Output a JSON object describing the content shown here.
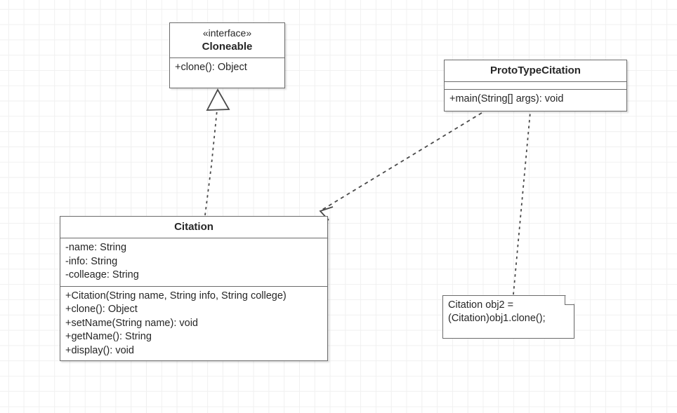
{
  "diagram": {
    "title": "Prototype pattern UML class diagram",
    "background": "#ffffff",
    "grid_color": "#f0f0f0",
    "stroke_color": "#6b6b6b",
    "text_color": "#262626"
  },
  "classes": [
    {
      "id": "cloneable",
      "stereotype": "«interface»",
      "name": "Cloneable",
      "attributes": [],
      "methods": [
        "+clone(): Object"
      ]
    },
    {
      "id": "prototypecitation",
      "stereotype": "",
      "name": "ProtoTypeCitation",
      "attributes": [],
      "methods": [
        "+main(String[] args): void"
      ]
    },
    {
      "id": "citation",
      "stereotype": "",
      "name": "Citation",
      "attributes": [
        "-name: String",
        "-info: String",
        "-colleage: String"
      ],
      "methods": [
        "+Citation(String name, String info, String college)",
        "+clone(): Object",
        "+setName(String name): void",
        "+getName(): String",
        "+display(): void"
      ]
    }
  ],
  "notes": [
    {
      "id": "note-clone-call",
      "text": "Citation obj2 =\n(Citation)obj1.clone();"
    }
  ],
  "relationships": [
    {
      "id": "realization-citation-cloneable",
      "type": "realization",
      "from": "Citation",
      "to": "Cloneable",
      "line": "dashed",
      "arrowhead": "hollow-triangle"
    },
    {
      "id": "dependency-prototypecitation-citation",
      "type": "dependency",
      "from": "ProtoTypeCitation",
      "to": "Citation",
      "line": "dashed",
      "arrowhead": "open-arrow"
    },
    {
      "id": "anchor-note-prototypecitation",
      "type": "note-anchor",
      "from": "note-clone-call",
      "to": "ProtoTypeCitation",
      "line": "dashed",
      "arrowhead": "none"
    }
  ]
}
